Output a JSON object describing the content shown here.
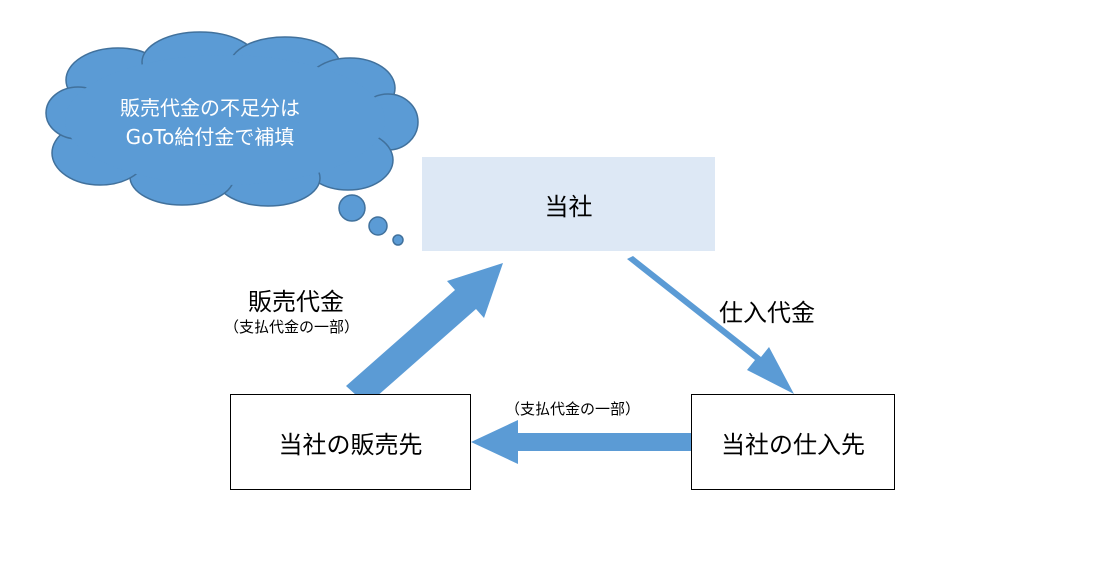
{
  "nodes": {
    "company": "当社",
    "customer": "当社の販売先",
    "supplier": "当社の仕入先"
  },
  "thought_bubble": {
    "line1": "販売代金の不足分は",
    "line2": "GoTo給付金で補填"
  },
  "edges": {
    "customer_to_company": {
      "label": "販売代金",
      "sublabel": "（支払代金の一部）"
    },
    "company_to_supplier": {
      "label": "仕入代金"
    },
    "supplier_to_customer": {
      "sublabel": "（支払代金の一部）"
    }
  },
  "colors": {
    "arrow": "#5b9bd5",
    "cloud_fill": "#5b9bd5",
    "cloud_stroke": "#41719c",
    "company_box": "#dde8f5"
  }
}
